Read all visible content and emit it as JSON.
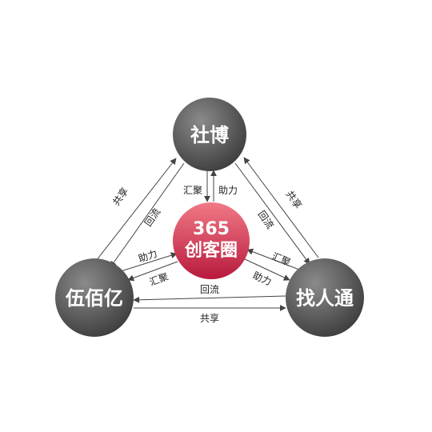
{
  "nodes": {
    "top": {
      "label": "社博",
      "color": "#555555"
    },
    "left": {
      "label": "伍佰亿",
      "color": "#555555"
    },
    "right": {
      "label": "找人通",
      "color": "#555555"
    },
    "center": {
      "line1": "365",
      "line2": "创客圈",
      "color_light": "#f07a86",
      "color_dark": "#b81a3d"
    }
  },
  "edge_labels": {
    "top_center_inbound": "汇聚",
    "top_center_outbound": "助力",
    "left_top_outer": "共享",
    "left_top_inner": "回流",
    "left_center_outbound": "助力",
    "left_center_inbound": "汇聚",
    "right_top_outer": "共享",
    "right_top_inner": "回流",
    "right_center_inbound": "汇聚",
    "right_center_outbound": "助力",
    "left_right_upper": "回流",
    "left_right_lower": "共享"
  }
}
